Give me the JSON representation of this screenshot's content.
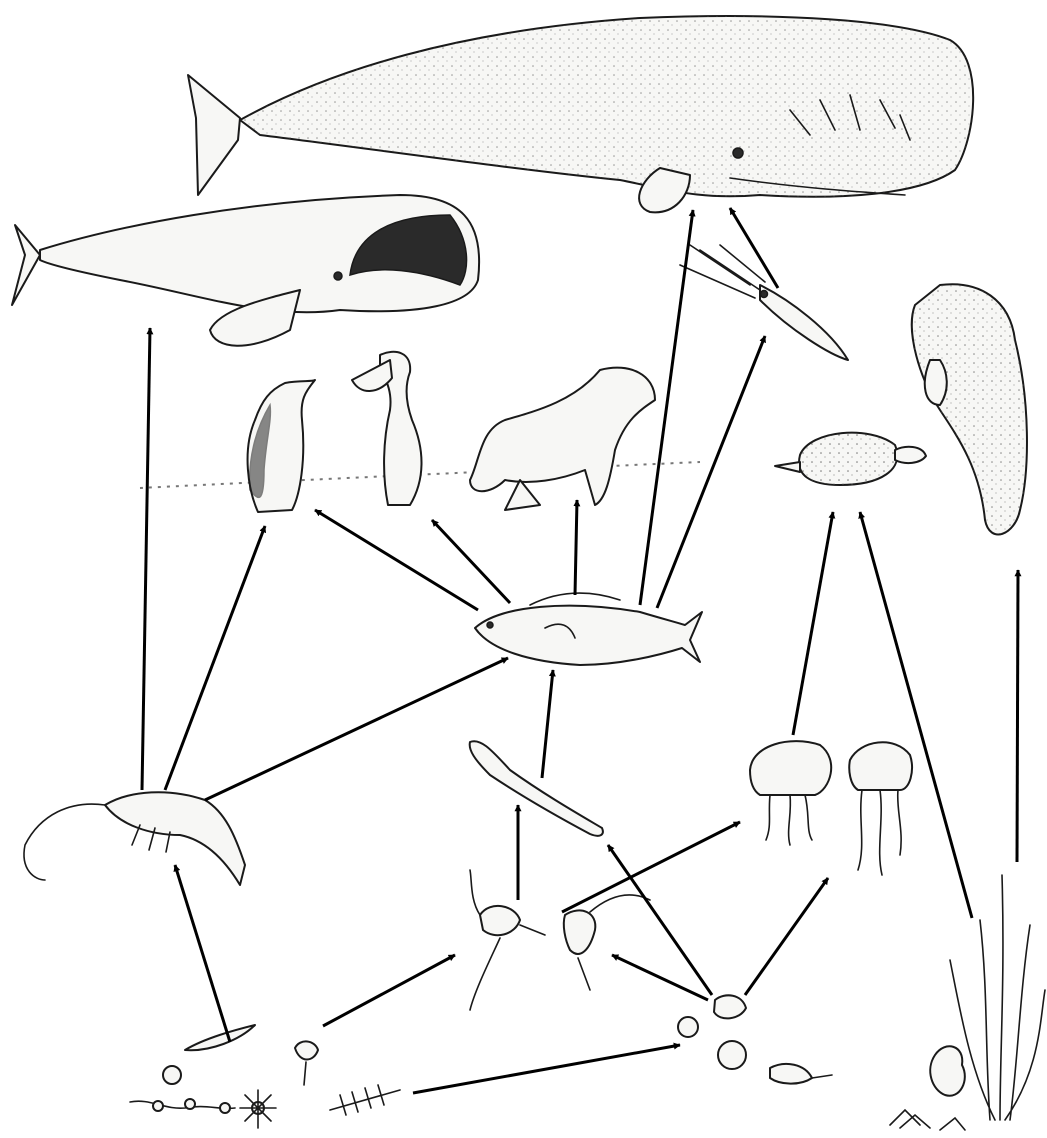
{
  "diagram": {
    "type": "marine-food-web",
    "organisms": [
      {
        "id": "sperm-whale",
        "icon": "sperm-whale-icon"
      },
      {
        "id": "baleen-whale",
        "icon": "baleen-whale-icon"
      },
      {
        "id": "squid",
        "icon": "squid-icon"
      },
      {
        "id": "manatee",
        "icon": "manatee-icon"
      },
      {
        "id": "penguin",
        "icon": "penguin-icon"
      },
      {
        "id": "pelican",
        "icon": "pelican-icon"
      },
      {
        "id": "sea-lion",
        "icon": "sea-lion-icon"
      },
      {
        "id": "sea-turtle",
        "icon": "sea-turtle-icon"
      },
      {
        "id": "fish",
        "icon": "fish-icon"
      },
      {
        "id": "arrow-worm",
        "icon": "arrow-worm-icon"
      },
      {
        "id": "jellyfish",
        "icon": "jellyfish-icon"
      },
      {
        "id": "krill",
        "icon": "krill-icon"
      },
      {
        "id": "copepods",
        "icon": "copepod-icon"
      },
      {
        "id": "zooplankton-larvae",
        "icon": "larvae-icon"
      },
      {
        "id": "phytoplankton",
        "icon": "phytoplankton-icon"
      },
      {
        "id": "seagrass",
        "icon": "seagrass-icon"
      }
    ],
    "links": [
      {
        "from": "krill",
        "to": "baleen-whale"
      },
      {
        "from": "krill",
        "to": "penguin"
      },
      {
        "from": "krill",
        "to": "fish"
      },
      {
        "from": "phytoplankton",
        "to": "krill"
      },
      {
        "from": "phytoplankton",
        "to": "copepods"
      },
      {
        "from": "phytoplankton",
        "to": "zooplankton-larvae"
      },
      {
        "from": "fish",
        "to": "penguin"
      },
      {
        "from": "fish",
        "to": "pelican"
      },
      {
        "from": "fish",
        "to": "sea-lion"
      },
      {
        "from": "fish",
        "to": "sperm-whale"
      },
      {
        "from": "fish",
        "to": "squid"
      },
      {
        "from": "squid",
        "to": "sperm-whale"
      },
      {
        "from": "arrow-worm",
        "to": "fish"
      },
      {
        "from": "copepods",
        "to": "arrow-worm"
      },
      {
        "from": "copepods",
        "to": "jellyfish"
      },
      {
        "from": "zooplankton-larvae",
        "to": "copepods"
      },
      {
        "from": "zooplankton-larvae",
        "to": "arrow-worm"
      },
      {
        "from": "zooplankton-larvae",
        "to": "jellyfish"
      },
      {
        "from": "jellyfish",
        "to": "sea-turtle"
      },
      {
        "from": "seagrass",
        "to": "sea-turtle"
      },
      {
        "from": "seagrass",
        "to": "manatee"
      }
    ]
  }
}
